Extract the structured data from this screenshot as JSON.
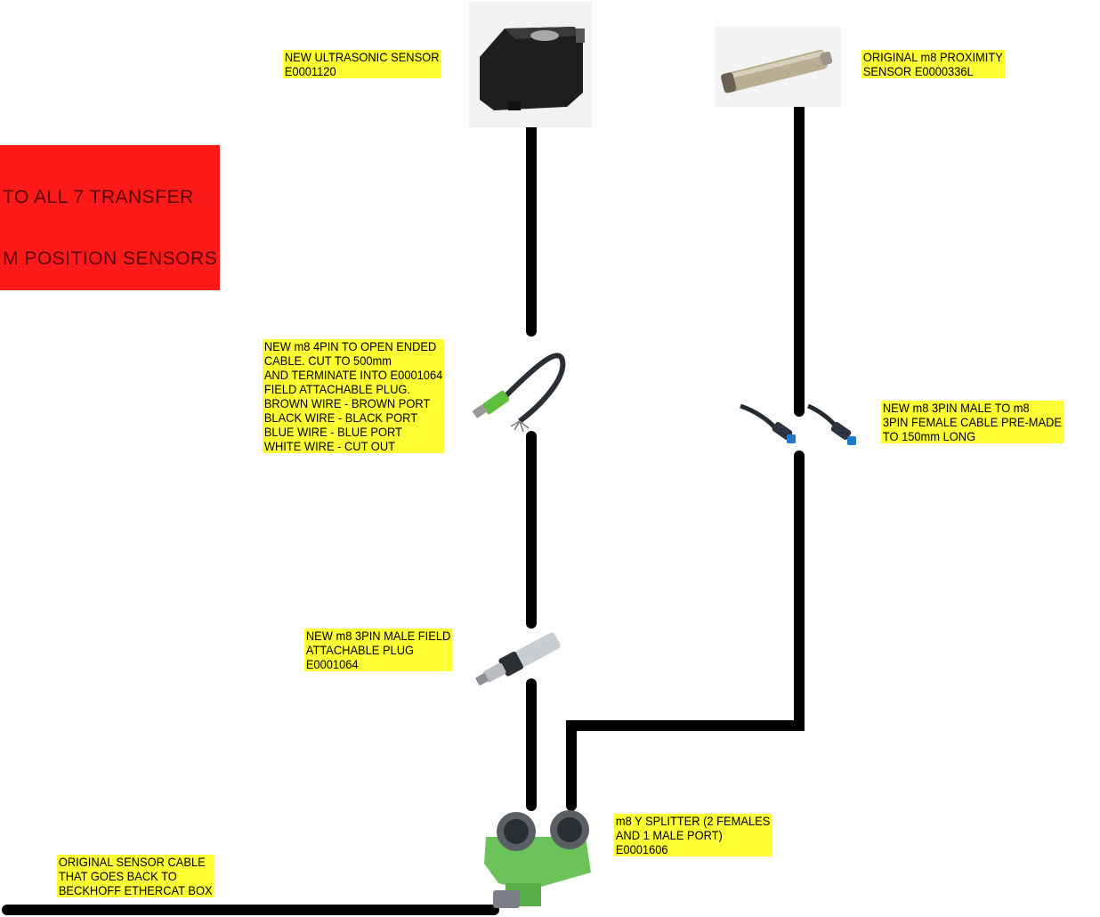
{
  "banner": {
    "line1": "TO ALL 7 TRANSFER",
    "line2": "M POSITION SENSORS"
  },
  "labels": {
    "ultrasonic": "NEW ULTRASONIC SENSOR\nE0001120",
    "proximity": "ORIGINAL m8 PROXIMITY\nSENSOR E0000336L",
    "open_ended_cable": "NEW m8 4PIN TO OPEN ENDED\nCABLE. CUT TO 500mm\nAND TERMINATE INTO E0001064\nFIELD ATTACHABLE PLUG.\nBROWN WIRE - BROWN PORT\nBLACK WIRE - BLACK PORT\nBLUE WIRE - BLUE PORT\nWHITE WIRE - CUT OUT",
    "premade_cable": "NEW m8 3PIN MALE TO m8\n3PIN FEMALE CABLE PRE-MADE\nTO 150mm LONG",
    "field_plug": "NEW m8 3PIN MALE FIELD\nATTACHABLE PLUG\nE0001064",
    "y_splitter": "m8 Y SPLITTER (2 FEMALES\nAND 1 MALE PORT)\nE0001606",
    "original_cable": "ORIGINAL SENSOR CABLE\nTHAT GOES BACK TO\nBECKHOFF ETHERCAT BOX"
  },
  "colors": {
    "label_bg": "#ffff33",
    "banner_bg": "#ff1a1a",
    "wire": "#000000",
    "splitter": "#6cc35a"
  }
}
